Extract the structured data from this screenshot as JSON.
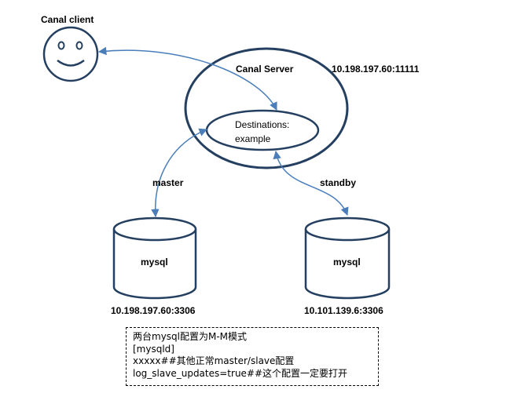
{
  "client": {
    "label": "Canal client"
  },
  "server": {
    "label": "Canal Server",
    "address": "10.198.197.60:11111"
  },
  "destinations": {
    "line1": "Destinations:",
    "line2": "example"
  },
  "links": {
    "master": "master",
    "standby": "standby"
  },
  "db_master": {
    "label": "mysql",
    "address": "10.198.197.60:3306"
  },
  "db_standby": {
    "label": "mysql",
    "address": "10.101.139.6:3306"
  },
  "note": {
    "lines": [
      "两台mysql配置为M-M模式",
      "[mysqld]",
      "xxxxx##其他正常master/slave配置",
      "log_slave_updates=true##这个配置一定要打开"
    ]
  },
  "colors": {
    "outline": "#243f60",
    "arrow": "#4a7ebb",
    "fill": "#ffffff"
  }
}
